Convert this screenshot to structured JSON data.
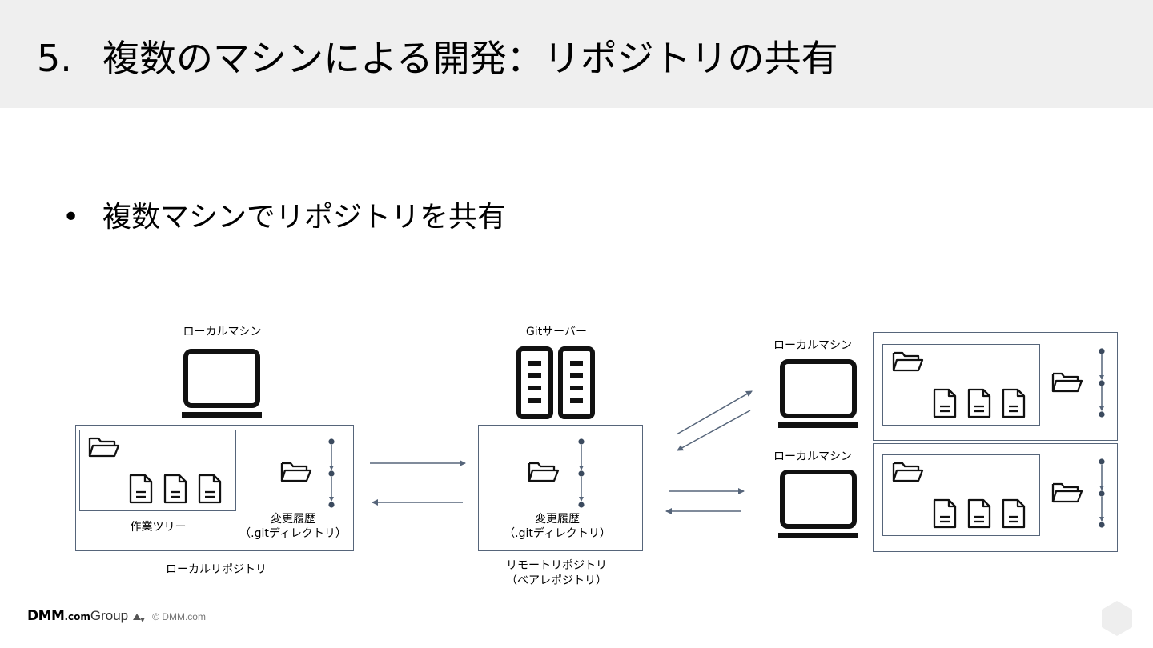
{
  "header": {
    "number": "5.",
    "title": "複数のマシンによる開発：リポジトリの共有"
  },
  "bullet": {
    "symbol": "•",
    "text": "複数マシンでリポジトリを共有"
  },
  "diagram": {
    "local_machine_label": "ローカルマシン",
    "git_server_label": "Gitサーバー",
    "right_machine_top_label": "ローカルマシン",
    "right_machine_bottom_label": "ローカルマシン",
    "work_tree_label": "作業ツリー",
    "history_label_local": "変更履歴",
    "history_sub_local": "（.gitディレクトリ）",
    "local_repo_label": "ローカルリポジトリ",
    "history_label_remote": "変更履歴",
    "history_sub_remote": "（.gitディレクトリ）",
    "remote_repo_label": "リモートリポジトリ",
    "remote_repo_sub": "（ベアレポジトリ）"
  },
  "footer": {
    "logo_dmm": "DMM",
    "logo_com": ".com",
    "logo_group": "Group",
    "copyright": "© DMM.com"
  },
  "colors": {
    "header_bg": "#efefef",
    "line": "#56657a"
  }
}
